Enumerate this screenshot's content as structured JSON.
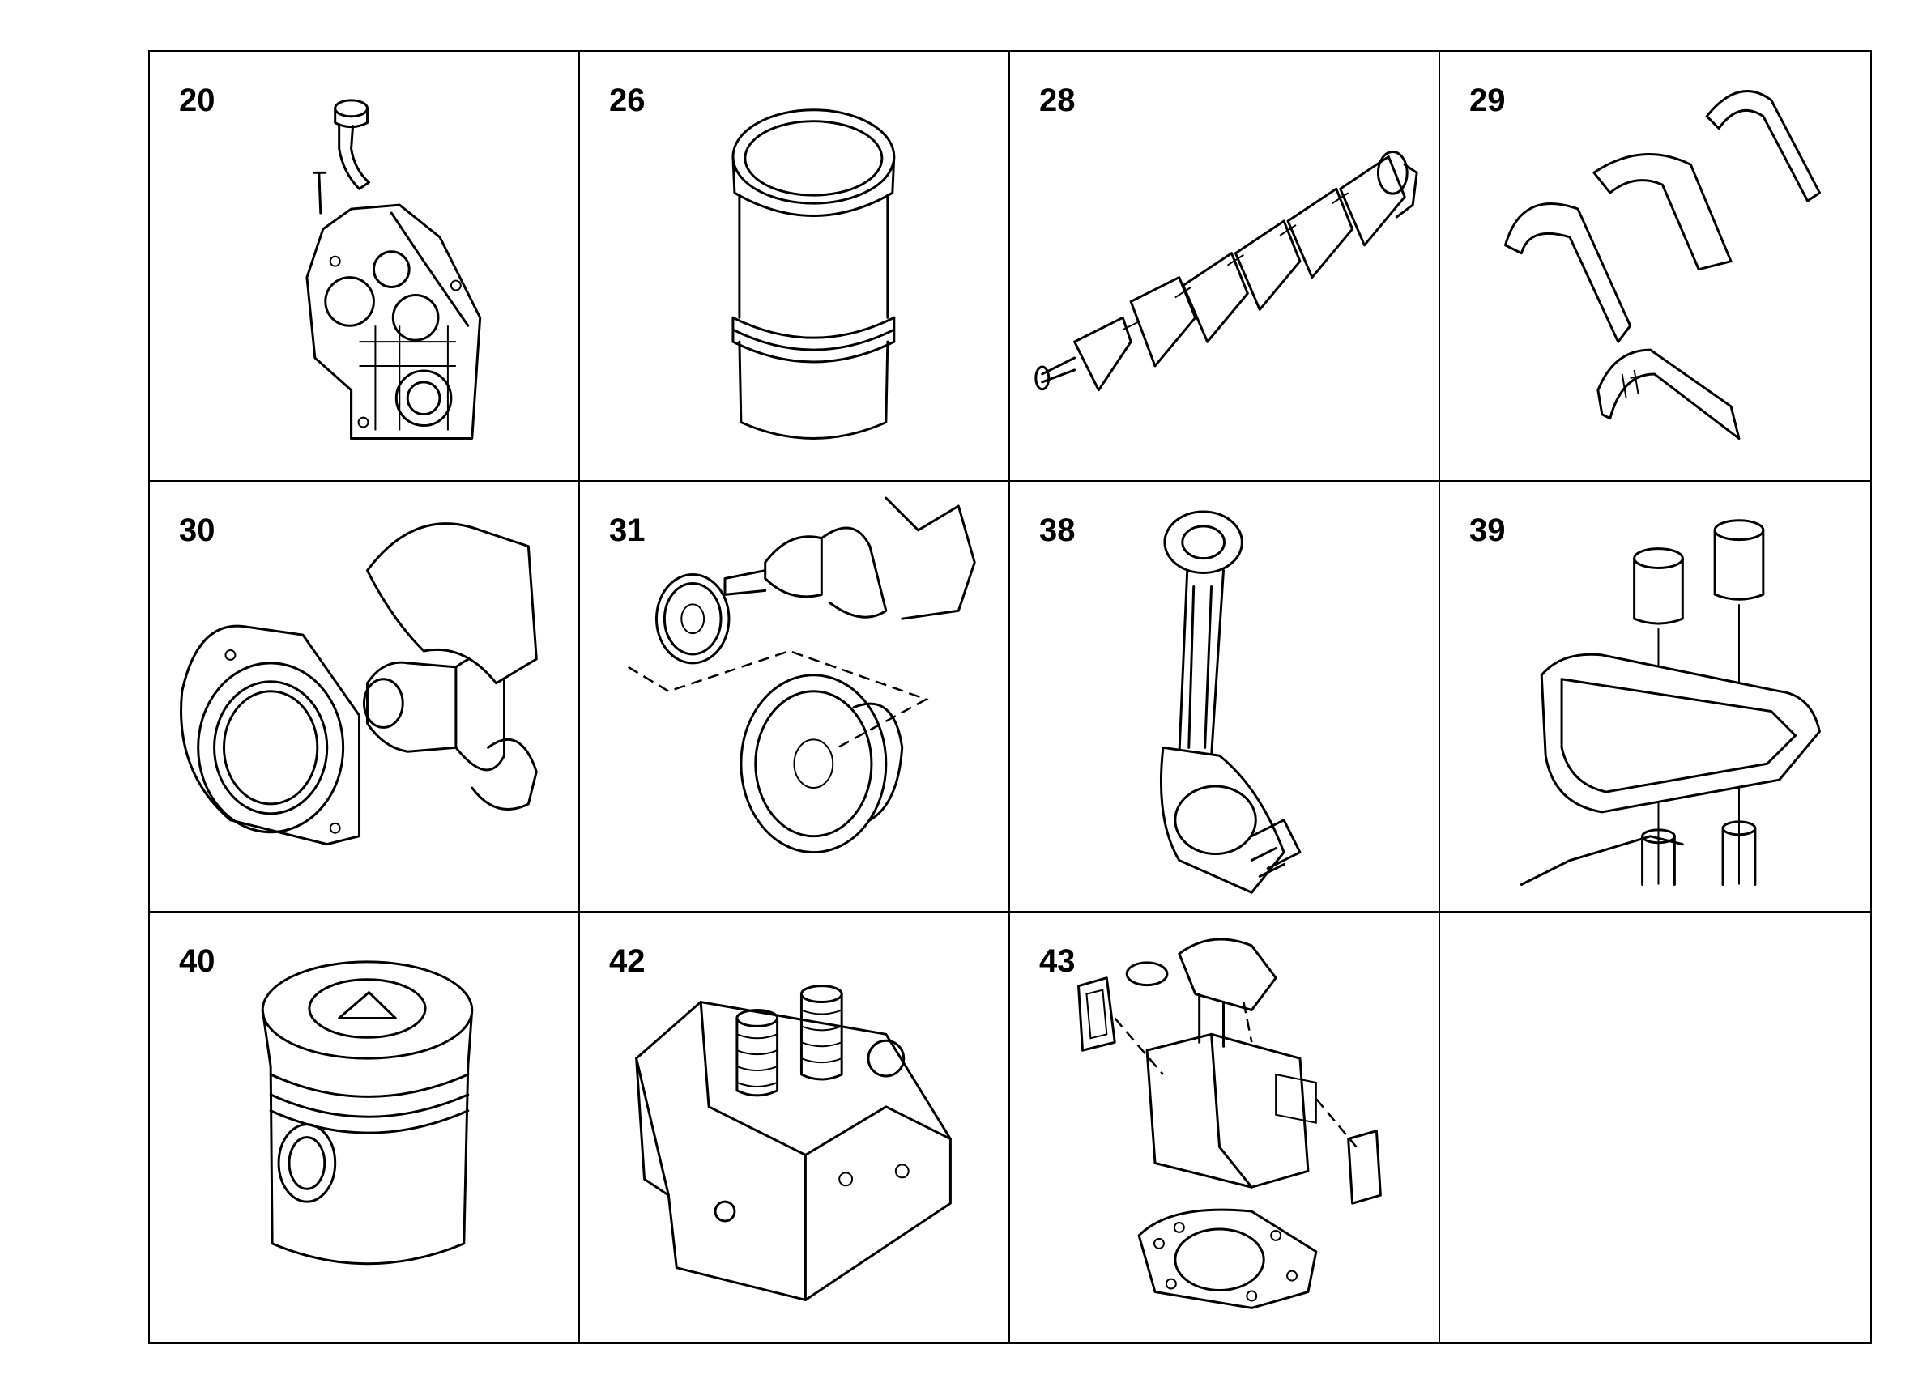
{
  "parts": [
    {
      "number": "20",
      "icon": "gear-housing-with-dipstick-tube-icon"
    },
    {
      "number": "26",
      "icon": "cylinder-liner-icon"
    },
    {
      "number": "28",
      "icon": "crankshaft-icon"
    },
    {
      "number": "29",
      "icon": "main-bearing-shells-icon"
    },
    {
      "number": "30",
      "icon": "crankshaft-seal-icon"
    },
    {
      "number": "31",
      "icon": "crankshaft-gear-icon"
    },
    {
      "number": "38",
      "icon": "connecting-rod-icon"
    },
    {
      "number": "39",
      "icon": "injector-sleeve-icon"
    },
    {
      "number": "40",
      "icon": "piston-icon"
    },
    {
      "number": "42",
      "icon": "cylinder-head-icon"
    },
    {
      "number": "43",
      "icon": "cylinder-head-gasket-set-icon"
    }
  ]
}
